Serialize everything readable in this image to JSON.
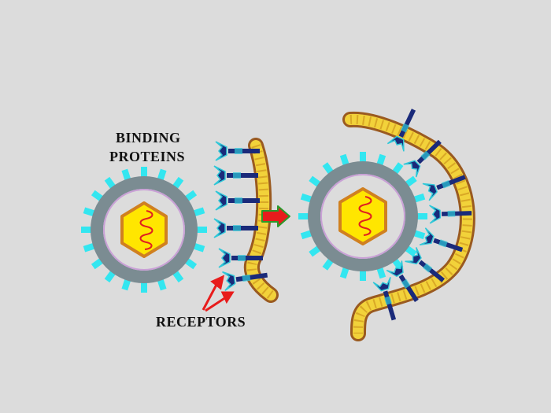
{
  "labels": {
    "binding_line1": "BINDING",
    "binding_line2": "PROTEINS",
    "receptors": "RECEPTORS"
  },
  "colors": {
    "background": "#dcdcdc",
    "spike": "#33e6f0",
    "capsid_ring": "#7b8c92",
    "capsid_inner": "#dcdcdc",
    "capsid_outline": "#c9a0d6",
    "nucleus_fill": "#ffe600",
    "nucleus_border": "#d08020",
    "genome": "#e02020",
    "membrane_fill": "#f2d23a",
    "membrane_edge": "#9a5a20",
    "receptor": "#1a2a7a",
    "receptor_accent": "#2fc8d8",
    "arrow_fill": "#e81c1c",
    "arrow_border": "#2a9a2a",
    "pointer_arrows": "#e81c1c"
  },
  "icons": {
    "transition": "arrow-right-icon",
    "pointer": "pointer-arrows-icon"
  }
}
